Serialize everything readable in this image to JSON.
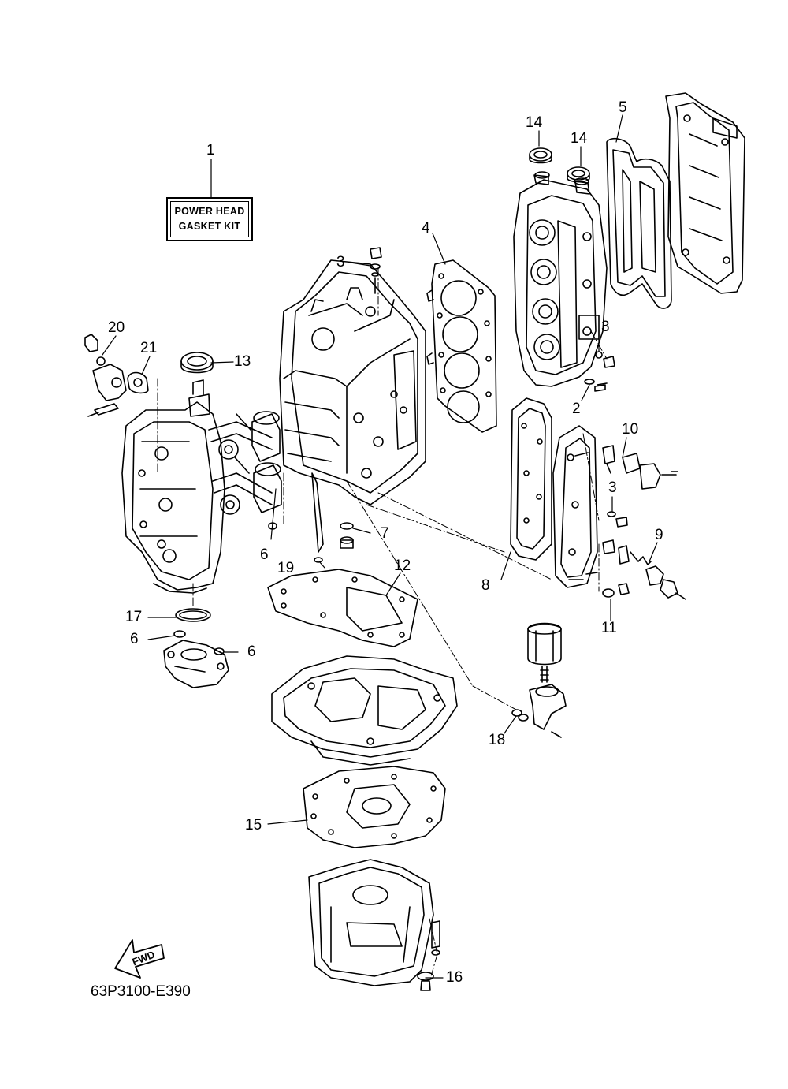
{
  "kit_label": {
    "line1": "POWER HEAD",
    "line2": "GASKET KIT"
  },
  "fwd_label": "FWD",
  "diagram_code": "63P3100-E390",
  "callouts": [
    {
      "id": "c1",
      "text": "1"
    },
    {
      "id": "c2",
      "text": "2"
    },
    {
      "id": "c3a",
      "text": "3"
    },
    {
      "id": "c3b",
      "text": "3"
    },
    {
      "id": "c3c",
      "text": "3"
    },
    {
      "id": "c4",
      "text": "4"
    },
    {
      "id": "c5",
      "text": "5"
    },
    {
      "id": "c6a",
      "text": "6"
    },
    {
      "id": "c6b",
      "text": "6"
    },
    {
      "id": "c6c",
      "text": "6"
    },
    {
      "id": "c7",
      "text": "7"
    },
    {
      "id": "c8",
      "text": "8"
    },
    {
      "id": "c9",
      "text": "9"
    },
    {
      "id": "c10",
      "text": "10"
    },
    {
      "id": "c11",
      "text": "11"
    },
    {
      "id": "c12",
      "text": "12"
    },
    {
      "id": "c13",
      "text": "13"
    },
    {
      "id": "c14a",
      "text": "14"
    },
    {
      "id": "c14b",
      "text": "14"
    },
    {
      "id": "c15",
      "text": "15"
    },
    {
      "id": "c16",
      "text": "16"
    },
    {
      "id": "c17",
      "text": "17"
    },
    {
      "id": "c18",
      "text": "18"
    },
    {
      "id": "c19",
      "text": "19"
    },
    {
      "id": "c20",
      "text": "20"
    },
    {
      "id": "c21",
      "text": "21"
    }
  ]
}
